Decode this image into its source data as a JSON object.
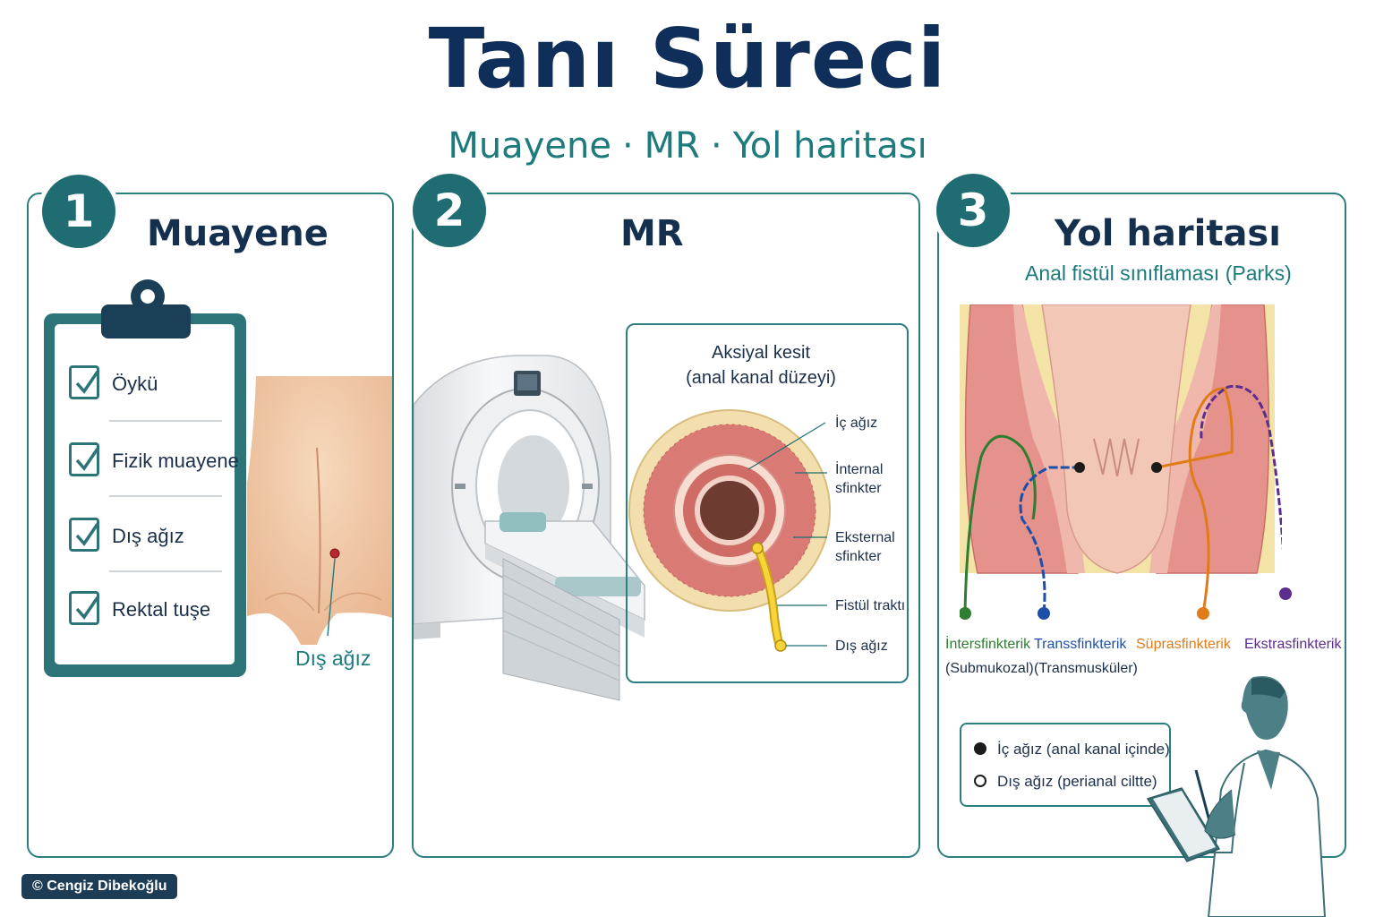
{
  "header": {
    "title": "Tanı Süreci",
    "subtitle_parts": [
      "Muayene",
      "MR",
      "Yol haritası"
    ],
    "subtitle_separator": "·"
  },
  "panels": [
    {
      "number": "1",
      "title": "Muayene",
      "checklist": [
        "Öykü",
        "Fizik muayene",
        "Dış ağız",
        "Rektal tuşe"
      ],
      "image_label": "Dış ağız"
    },
    {
      "number": "2",
      "title": "MR",
      "inset_title_line1": "Aksiyal kesit",
      "inset_title_line2": "(anal kanal düzeyi)",
      "labels": {
        "internal_opening": "İç ağız",
        "internal_sphincter_1": "İnternal",
        "internal_sphincter_2": "sfinkter",
        "external_sphincter_1": "Eksternal",
        "external_sphincter_2": "sfinkter",
        "fistula_tract": "Fistül traktı",
        "external_opening": "Dış ağız"
      }
    },
    {
      "number": "3",
      "title": "Yol haritası",
      "subtitle": "Anal fistül sınıflaması (Parks)",
      "types": [
        {
          "name": "İntersfinkterik",
          "sub": "(Submukozal)",
          "color": "#2e7d32"
        },
        {
          "name": "Transsfinkterik",
          "sub": "(Transmusküler)",
          "color": "#1e4fa8"
        },
        {
          "name": "Süprasfinkterik",
          "sub": "",
          "color": "#e07b1a"
        },
        {
          "name": "Ekstrasfinkterik",
          "sub": "",
          "color": "#5b2d8e"
        }
      ],
      "legend": {
        "internal": "İç ağız (anal kanal içinde)",
        "external": "Dış ağız (perianal ciltte)"
      }
    }
  ],
  "footer": {
    "copyright": "© Cengiz Dibekoğlu"
  },
  "colors": {
    "teal": "#1f6c72",
    "navy": "#0f2f5a",
    "accent": "#1e7b7d"
  }
}
